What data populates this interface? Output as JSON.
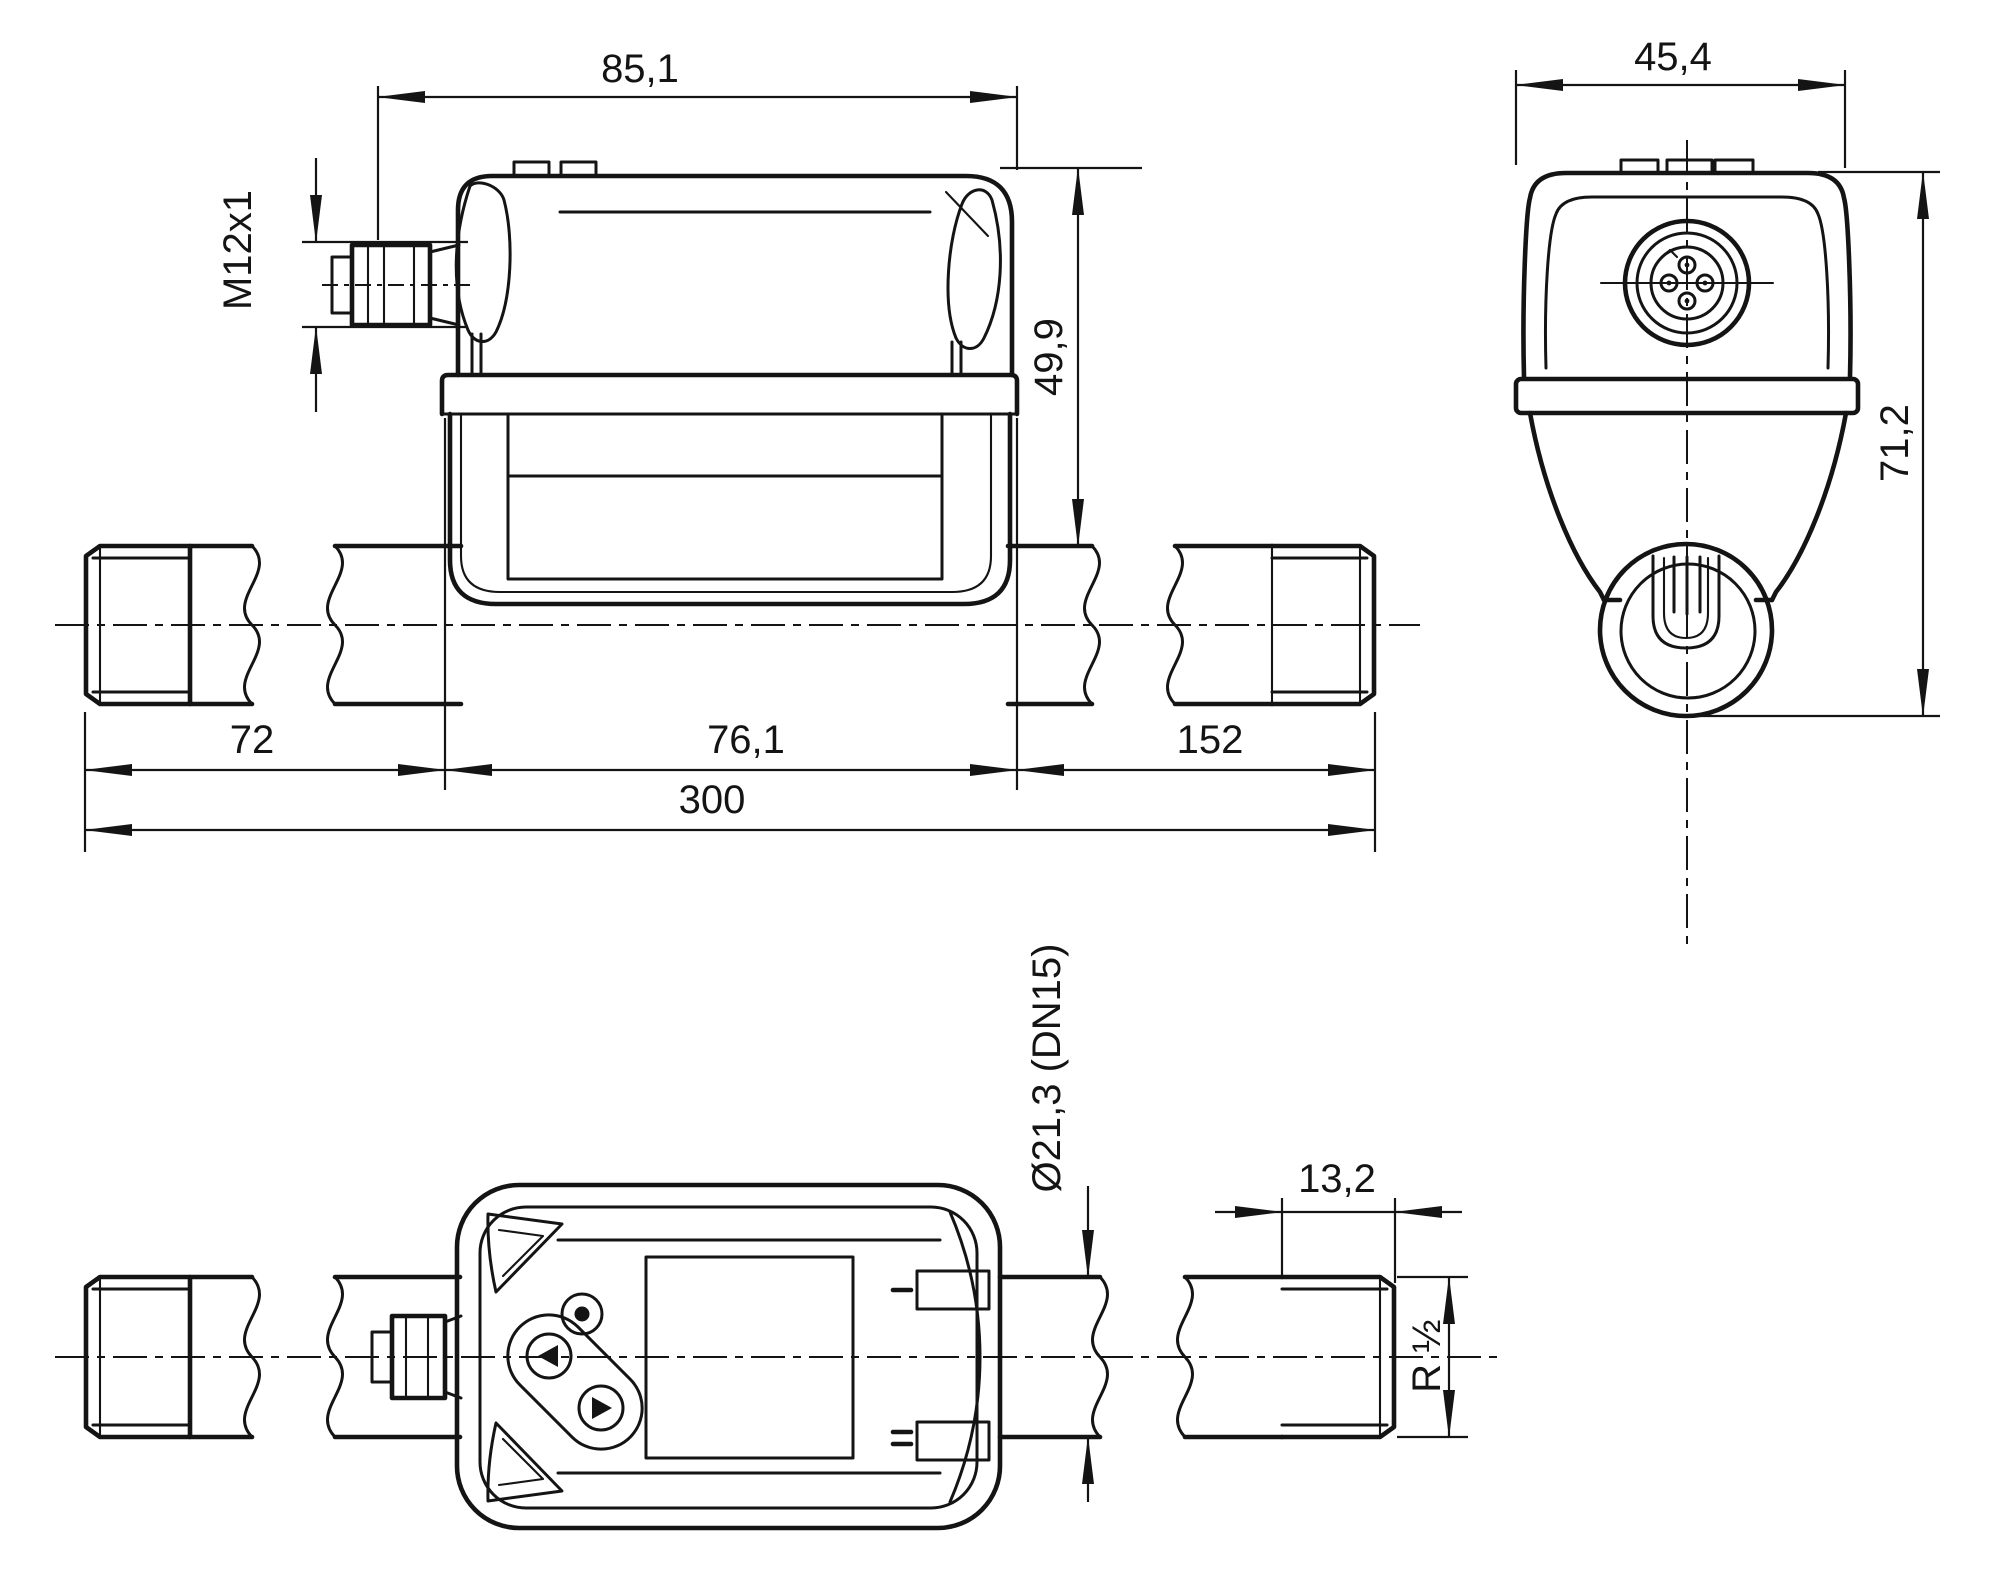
{
  "page": {
    "background": "#ffffff",
    "line_color": "#141414"
  },
  "views": {
    "side": {
      "dims": {
        "top_width": "85,1",
        "connector_thread": "M12x1",
        "housing_height": "49,9",
        "inlet_length": "72",
        "housing_length": "76,1",
        "outlet_length": "152",
        "overall_length": "300"
      }
    },
    "front": {
      "dims": {
        "width": "45,4",
        "height": "71,2"
      }
    },
    "top": {
      "dims": {
        "pipe_diameter": "Ø21,3 (DN15)",
        "thread_length": "13,2",
        "pipe_thread": "R ½"
      }
    }
  }
}
